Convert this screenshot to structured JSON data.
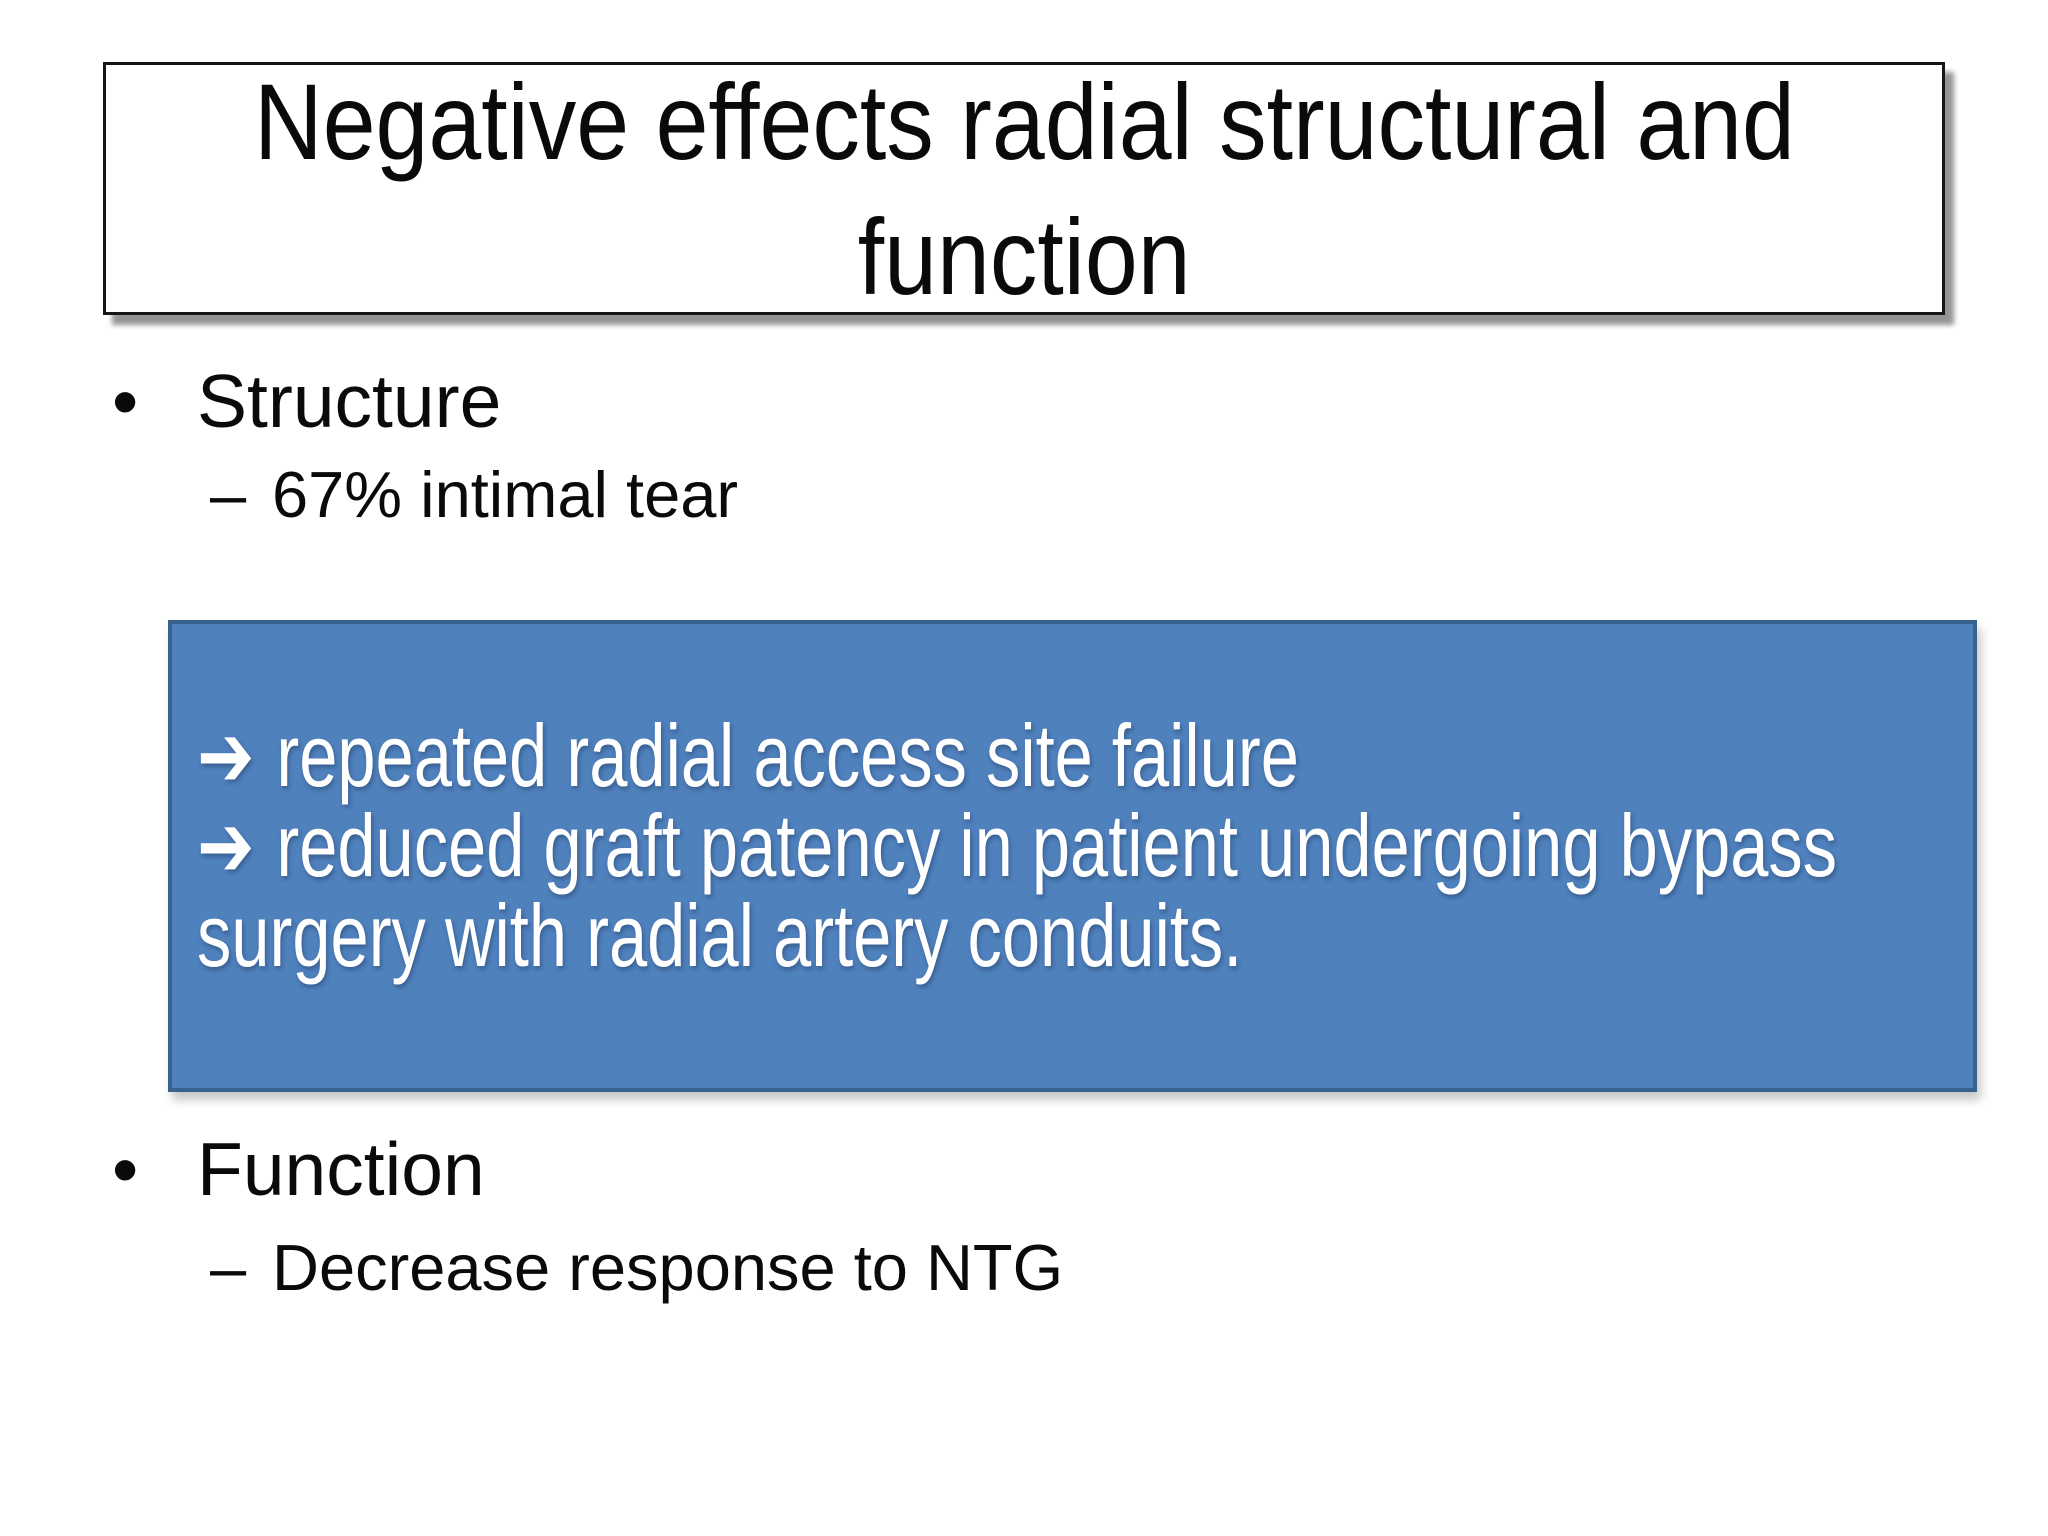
{
  "slide": {
    "background_color": "#ffffff",
    "title": {
      "line1": "Negative effects radial structural and",
      "line2": "function"
    },
    "markers": {
      "level1_bullet": "•",
      "level2_dash": "–",
      "callout_arrow": "➔"
    },
    "bullets": [
      {
        "text": "Structure",
        "sub_text": "67% intimal tear"
      },
      {
        "text": "Function",
        "sub_text": "Decrease response to NTG"
      }
    ],
    "callout": {
      "lines": [
        "repeated radial access site failure",
        "reduced graft patency in patient undergoing bypass surgery with radial artery conduits."
      ],
      "colors": {
        "fill": "#4f81bd",
        "border": "#38618c",
        "text": "#ffffff"
      }
    }
  }
}
